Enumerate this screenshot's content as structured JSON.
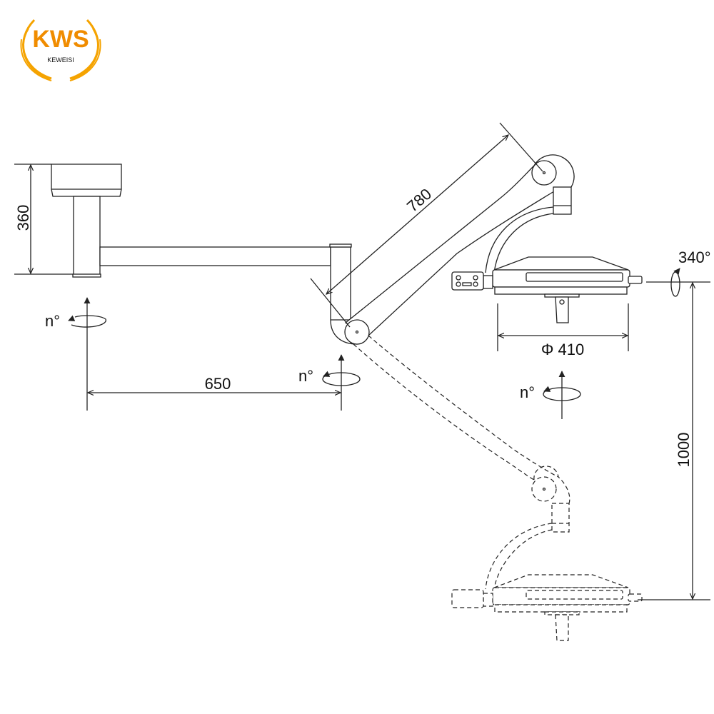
{
  "logo": {
    "brand": "KWS",
    "name": "KEWEISI",
    "color": "#f5a300"
  },
  "dimensions": {
    "ceiling_height": "360",
    "horizontal_arm": "650",
    "spring_arm": "780",
    "lamp_diameter": "Φ 410",
    "vertical_travel": "1000",
    "head_rotation": "340°"
  },
  "rotations": {
    "ceiling_axis": "n°",
    "arm_axis": "n°",
    "lamp_axis": "n°"
  }
}
